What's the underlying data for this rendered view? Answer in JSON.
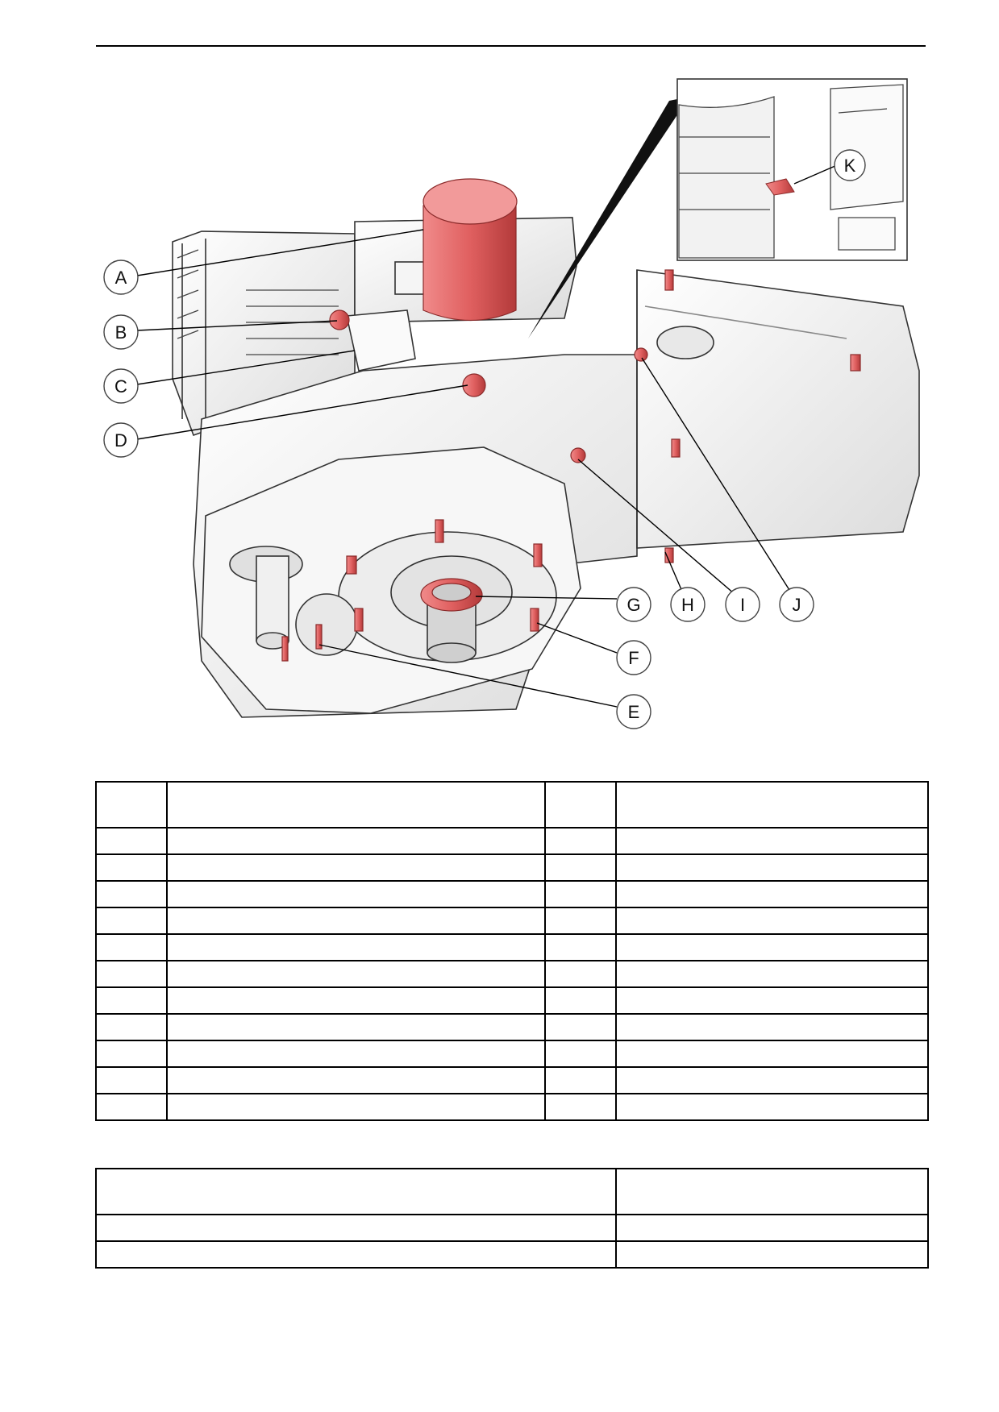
{
  "figure": {
    "callouts": [
      "A",
      "B",
      "C",
      "D",
      "E",
      "F",
      "G",
      "H",
      "I",
      "J",
      "K"
    ],
    "colors": {
      "highlight": "#e06060",
      "highlight_dark": "#b33a3a",
      "body": "#f2f2f2",
      "edge": "#333333",
      "shadow": "#cfcfcf"
    }
  },
  "tables": {
    "main": {
      "columns": 4,
      "header": [
        "",
        "",
        "",
        ""
      ],
      "rows": [
        [
          "",
          "",
          "",
          ""
        ],
        [
          "",
          "",
          "",
          ""
        ],
        [
          "",
          "",
          "",
          ""
        ],
        [
          "",
          "",
          "",
          ""
        ],
        [
          "",
          "",
          "",
          ""
        ],
        [
          "",
          "",
          "",
          ""
        ],
        [
          "",
          "",
          "",
          ""
        ],
        [
          "",
          "",
          "",
          ""
        ],
        [
          "",
          "",
          "",
          ""
        ],
        [
          "",
          "",
          "",
          ""
        ],
        [
          "",
          "",
          "",
          ""
        ]
      ]
    },
    "secondary": {
      "columns": 2,
      "header": [
        "",
        ""
      ],
      "rows": [
        [
          "",
          ""
        ],
        [
          "",
          ""
        ]
      ]
    }
  }
}
